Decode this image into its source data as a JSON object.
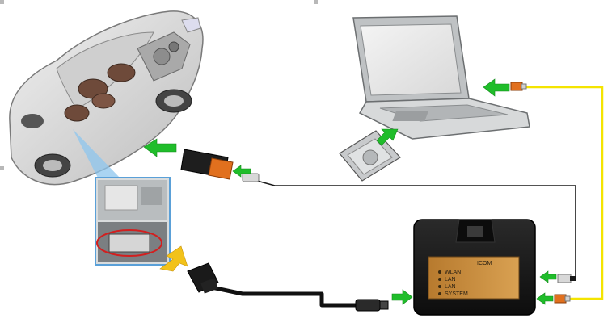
{
  "diagram": {
    "nodes": [
      {
        "id": "car",
        "kind": "car-cutaway"
      },
      {
        "id": "obd-port-inset",
        "kind": "photo-inset"
      },
      {
        "id": "laptop",
        "kind": "laptop"
      },
      {
        "id": "hard-drive",
        "kind": "hard-drive"
      },
      {
        "id": "icom-module",
        "kind": "diagnostic-interface",
        "label_lines": [
          "ICOM",
          "WLAN",
          "LAN",
          "LAN",
          "SYSTEM"
        ]
      }
    ],
    "cables": [
      {
        "id": "obd-cable",
        "color": "#000000",
        "from": "obd-port-inset",
        "to": "icom-module"
      },
      {
        "id": "obd-dsub-cable",
        "color": "#000000",
        "from": "icom-module",
        "to": "car"
      },
      {
        "id": "lan-cable",
        "color": "#f4e400",
        "from": "laptop",
        "to": "icom-module"
      }
    ],
    "arrows": [
      {
        "id": "arrow-to-car",
        "color": "#1fbd2a",
        "direction": "left"
      },
      {
        "id": "arrow-to-laptop",
        "color": "#1fbd2a",
        "direction": "left"
      },
      {
        "id": "arrow-hdd-to-laptop",
        "color": "#1fbd2a",
        "direction": "up-right"
      },
      {
        "id": "arrow-plug-dsub",
        "color": "#1fbd2a",
        "direction": "left"
      },
      {
        "id": "arrow-into-obd-inset",
        "color": "#f2c21a",
        "direction": "up-left"
      },
      {
        "id": "arrow-obd-into-module",
        "color": "#1fbd2a",
        "direction": "right"
      },
      {
        "id": "arrow-module-top",
        "color": "#1fbd2a",
        "direction": "left"
      },
      {
        "id": "arrow-module-bottom",
        "color": "#1fbd2a",
        "direction": "left"
      }
    ]
  },
  "colors": {
    "accent_green": "#1fbd2a",
    "yellow_cable": "#f4e400",
    "module_body": "#1b1b1b",
    "module_panel": "#c98a3a",
    "inset_border": "#5aa0d8"
  }
}
